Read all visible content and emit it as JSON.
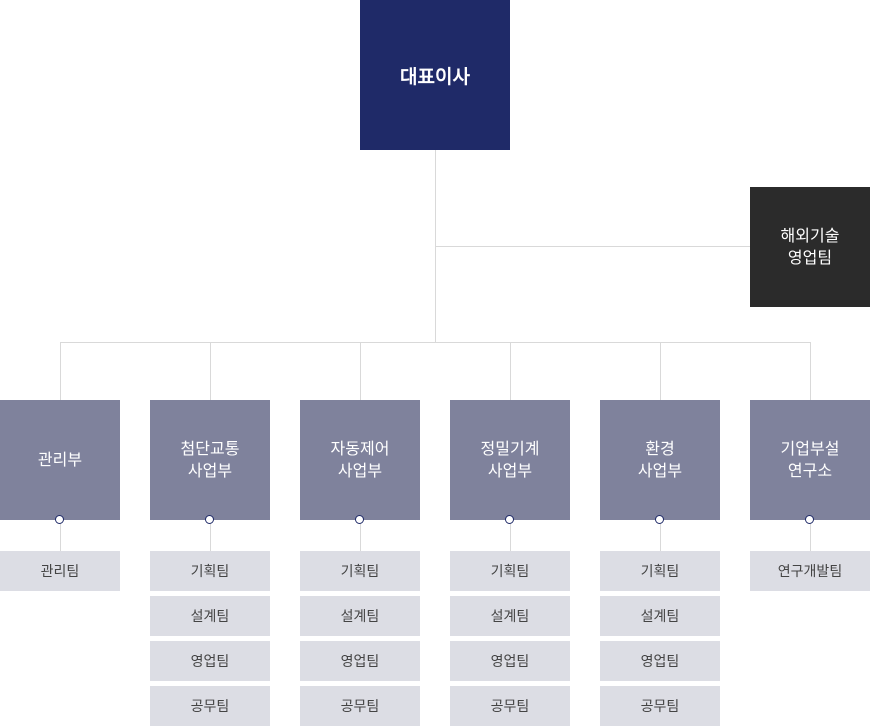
{
  "ceo": "대표이사",
  "overseas": "해외기술\n영업팀",
  "departments": [
    {
      "name": "관리부",
      "teams": [
        "관리팀"
      ]
    },
    {
      "name": "첨단교통\n사업부",
      "teams": [
        "기획팀",
        "설계팀",
        "영업팀",
        "공무팀"
      ]
    },
    {
      "name": "자동제어\n사업부",
      "teams": [
        "기획팀",
        "설계팀",
        "영업팀",
        "공무팀"
      ]
    },
    {
      "name": "정밀기계\n사업부",
      "teams": [
        "기획팀",
        "설계팀",
        "영업팀",
        "공무팀"
      ]
    },
    {
      "name": "환경\n사업부",
      "teams": [
        "기획팀",
        "설계팀",
        "영업팀",
        "공무팀"
      ]
    },
    {
      "name": "기업부설\n연구소",
      "teams": [
        "연구개발팀"
      ]
    }
  ],
  "colors": {
    "ceo": "#1f2a68",
    "overseas": "#2b2b2b",
    "department": "#7f829c",
    "team": "#dcdde4",
    "connector": "#d9d9d9"
  }
}
